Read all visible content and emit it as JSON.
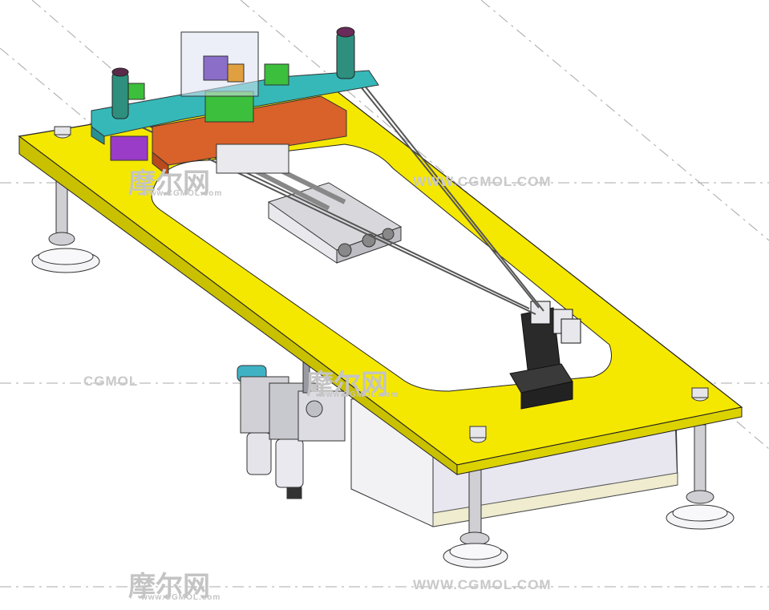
{
  "watermarks": {
    "domain_text": "WWW.CGMOL.COM",
    "short_text": "CGMOL",
    "chinese_text": "摩尔网",
    "sub_text": "www.CGMOL.com"
  },
  "colors": {
    "plate_yellow": "#f5e800",
    "plate_edge": "#c9c000",
    "dim_line": "#9a9a9a",
    "cylinder_gray": "#d8d8dc",
    "bracket_black": "#2a2a2a",
    "manifold_orange": "#d9612a",
    "cyan_part": "#36b8b8",
    "green_part": "#3cbf3c",
    "purple_part": "#9a3cc8",
    "cabinet_white": "#f2f2f5"
  }
}
